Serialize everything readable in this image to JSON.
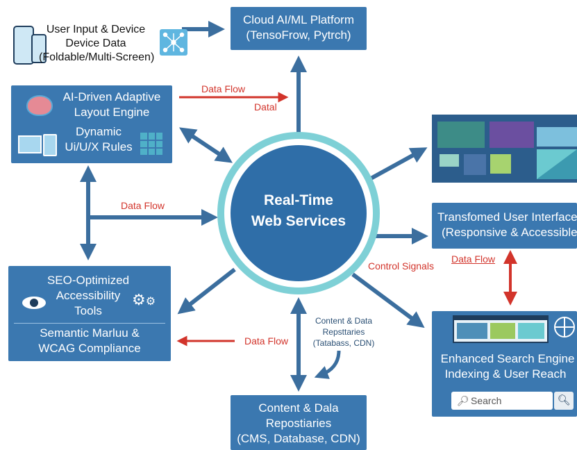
{
  "colors": {
    "box_blue": "#3b78b0",
    "arrow_blue": "#3b6e9e",
    "arrow_red": "#d2342b",
    "center_fill": "#2f6ea8",
    "center_ring": "#7ed0d6"
  },
  "user_input": {
    "lines": [
      "User Input & Device",
      "Device Data",
      "(Foldable/Multi-Screen)"
    ],
    "icon": "phone-tablet-icon"
  },
  "network_icon": "network-grid-icon",
  "cloud": {
    "lines": [
      "Cloud AI/ML Platform",
      "(TensoFrow, Pytrch)"
    ]
  },
  "ai_engine": {
    "lines": [
      "AI-Driven Adaptive",
      "Layout Engine"
    ],
    "sub_lines": [
      "Dynamic",
      "Ui/U/X Rules"
    ],
    "icons": [
      "brain-icon",
      "devices-icon",
      "grid-layout-icon"
    ]
  },
  "top_flow": {
    "label1": "Data Flow",
    "label2": "Datal"
  },
  "left_flow": {
    "label": "Data Flow"
  },
  "center": {
    "lines": [
      "Real-Time",
      "Web Services"
    ]
  },
  "transformed": {
    "lines": [
      "Transfomed User Interfaces",
      "(Responsive & Accessible)"
    ],
    "icon": "ui-mockup-icon"
  },
  "control": {
    "label": "Control Signals",
    "flow": "Data Flow"
  },
  "seo": {
    "lines": [
      "SEO-Optimized",
      "Accessibility",
      "Tools"
    ],
    "sub_lines": [
      "Semantic Marluu &",
      "WCAG Compliance"
    ],
    "icons": [
      "eye-icon",
      "gears-icon"
    ]
  },
  "bottom_left_flow": {
    "label": "Data Flow"
  },
  "content_note": {
    "lines": [
      "Content & Data",
      "Repsttaries",
      "(Tatabass, CDN)"
    ]
  },
  "content": {
    "lines": [
      "Content & Dala",
      "Repostiaries",
      "(CMS, Database, CDN)"
    ]
  },
  "search_engine": {
    "lines": [
      "Enhanced Search Engine",
      "Indexing & User Reach"
    ],
    "search_placeholder": "Search",
    "icons": [
      "browser-icon",
      "globe-icon",
      "search-icon"
    ]
  }
}
